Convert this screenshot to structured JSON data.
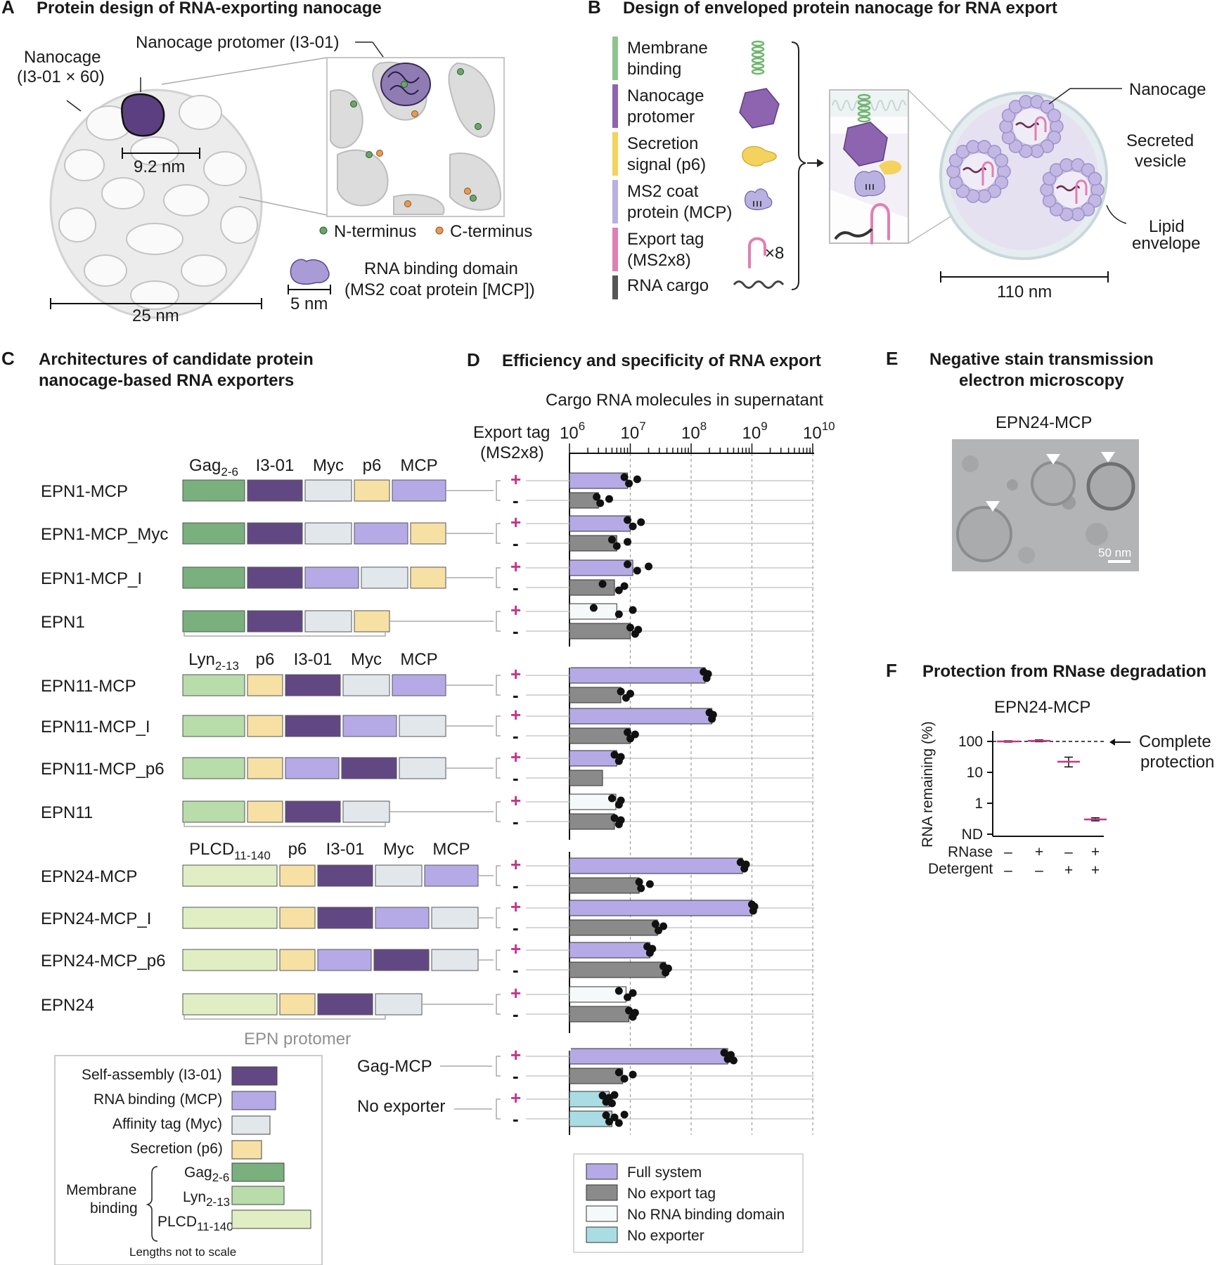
{
  "panelA": {
    "letter": "A",
    "title": "Protein design of RNA-exporting nanocage",
    "cage_label_1": "Nanocage",
    "cage_label_2": "(I3-01 × 60)",
    "protomer_label": "Nanocage protomer (I3-01)",
    "scale_inner": "9.2 nm",
    "scale_outer": "25 nm",
    "n_term": "N-terminus",
    "c_term": "C-terminus",
    "rbd_label_1": "RNA binding domain",
    "rbd_label_2": "(MS2 coat protein [MCP])",
    "scale_mcp": "5 nm",
    "colors": {
      "protomer": "#5b3f80",
      "cage": "#e4e4e4",
      "n_terminus": "#6aa56a",
      "c_terminus": "#e89a55",
      "mcp": "#a99cd6"
    }
  },
  "panelB": {
    "letter": "B",
    "title": "Design of enveloped protein nanocage for RNA export",
    "legend": [
      {
        "line1": "Membrane",
        "line2": "binding",
        "color": "#8ec48e",
        "icon": "helix-icon"
      },
      {
        "line1": "Nanocage",
        "line2": "protomer",
        "color": "#8e63b0",
        "icon": "hexagon-icon"
      },
      {
        "line1": "Secretion",
        "line2": "signal (p6)",
        "color": "#f3d35d",
        "icon": "teardrop-icon"
      },
      {
        "line1": "MS2 coat",
        "line2": "protein (MCP)",
        "color": "#b9b1e0",
        "icon": "mcp-blob-icon"
      },
      {
        "line1": "Export tag",
        "line2": "(MS2x8)",
        "color": "#e07fb3",
        "icon": "hairpin-icon"
      },
      {
        "line1": "RNA cargo",
        "line2": "",
        "color": "#555555",
        "icon": "wavy-rna-icon"
      }
    ],
    "x8": "×8",
    "nanocage": "Nanocage",
    "secreted_1": "Secreted",
    "secreted_2": "vesicle",
    "lipid_1": "Lipid",
    "lipid_2": "envelope",
    "scale": "110 nm"
  },
  "panelC": {
    "letter": "C",
    "title_1": "Architectures of candidate protein",
    "title_2": "nanocage-based RNA exporters",
    "colors": {
      "I3-01": "#624883",
      "MCP": "#b5aae6",
      "Myc": "#e2e7ec",
      "p6": "#f7e0a4",
      "Gag": "#79b07e",
      "Lyn": "#b8dcaa",
      "PLCD": "#e1eec3"
    },
    "groups": [
      {
        "header": [
          {
            "base": "Gag",
            "sub": "2-6"
          },
          {
            "base": "I3-01",
            "sub": ""
          },
          {
            "base": "Myc",
            "sub": ""
          },
          {
            "base": "p6",
            "sub": ""
          },
          {
            "base": "MCP",
            "sub": ""
          }
        ],
        "constructs": [
          {
            "name": "EPN1-MCP",
            "blocks": [
              "Gag",
              "I3-01",
              "Myc",
              "p6",
              "MCP"
            ]
          },
          {
            "name": "EPN1-MCP_Myc",
            "blocks": [
              "Gag",
              "I3-01",
              "Myc",
              "MCP",
              "p6"
            ]
          },
          {
            "name": "EPN1-MCP_I",
            "blocks": [
              "Gag",
              "I3-01",
              "MCP",
              "Myc",
              "p6"
            ]
          },
          {
            "name": "EPN1",
            "blocks": [
              "Gag",
              "I3-01",
              "Myc",
              "p6"
            ]
          }
        ]
      },
      {
        "header": [
          {
            "base": "Lyn",
            "sub": "2-13"
          },
          {
            "base": "p6",
            "sub": ""
          },
          {
            "base": "I3-01",
            "sub": ""
          },
          {
            "base": "Myc",
            "sub": ""
          },
          {
            "base": "MCP",
            "sub": ""
          }
        ],
        "constructs": [
          {
            "name": "EPN11-MCP",
            "blocks": [
              "Lyn",
              "p6",
              "I3-01",
              "Myc",
              "MCP"
            ]
          },
          {
            "name": "EPN11-MCP_I",
            "blocks": [
              "Lyn",
              "p6",
              "I3-01",
              "MCP",
              "Myc"
            ]
          },
          {
            "name": "EPN11-MCP_p6",
            "blocks": [
              "Lyn",
              "p6",
              "MCP",
              "I3-01",
              "Myc"
            ]
          },
          {
            "name": "EPN11",
            "blocks": [
              "Lyn",
              "p6",
              "I3-01",
              "Myc"
            ]
          }
        ]
      },
      {
        "header": [
          {
            "base": "PLCD",
            "sub": "11-140"
          },
          {
            "base": "p6",
            "sub": ""
          },
          {
            "base": "I3-01",
            "sub": ""
          },
          {
            "base": "Myc",
            "sub": ""
          },
          {
            "base": "MCP",
            "sub": ""
          }
        ],
        "constructs": [
          {
            "name": "EPN24-MCP",
            "blocks": [
              "PLCD",
              "p6",
              "I3-01",
              "Myc",
              "MCP"
            ]
          },
          {
            "name": "EPN24-MCP_I",
            "blocks": [
              "PLCD",
              "p6",
              "I3-01",
              "MCP",
              "Myc"
            ]
          },
          {
            "name": "EPN24-MCP_p6",
            "blocks": [
              "PLCD",
              "p6",
              "MCP",
              "I3-01",
              "Myc"
            ]
          },
          {
            "name": "EPN24",
            "blocks": [
              "PLCD",
              "p6",
              "I3-01",
              "Myc"
            ]
          }
        ]
      }
    ],
    "epn_protomer": "EPN protomer",
    "legend": {
      "self_assembly": "Self-assembly (I3-01)",
      "rna_binding": "RNA binding (MCP)",
      "affinity": "Affinity tag (Myc)",
      "secretion": "Secretion (p6)",
      "membrane_1": "Membrane",
      "membrane_2": "binding",
      "gag": {
        "base": "Gag",
        "sub": "2-6"
      },
      "lyn": {
        "base": "Lyn",
        "sub": "2-13"
      },
      "plcd": {
        "base": "PLCD",
        "sub": "11-140"
      },
      "note": "Lengths not to scale"
    },
    "controls": [
      "Gag-MCP",
      "No exporter"
    ]
  },
  "panelD": {
    "letter": "D",
    "title": "Efficiency and specificity of RNA export",
    "export_tag_1": "Export tag",
    "export_tag_2": "(MS2x8)",
    "plus": "+",
    "minus": "-",
    "legend": [
      {
        "label": "Full system",
        "color": "#b5aae6"
      },
      {
        "label": "No export tag",
        "color": "#8a8a8a"
      },
      {
        "label": "No RNA binding domain",
        "color": "#f6f9fa"
      },
      {
        "label": "No exporter",
        "color": "#a9dde3"
      }
    ]
  },
  "chart_data": {
    "type": "bar",
    "orientation": "horizontal",
    "xlabel": "Cargo RNA molecules in supernatant",
    "xscale": "log",
    "xlim": [
      1000000,
      10000000000
    ],
    "xticks": [
      {
        "base": "10",
        "exp": "6"
      },
      {
        "base": "10",
        "exp": "7"
      },
      {
        "base": "10",
        "exp": "8"
      },
      {
        "base": "10",
        "exp": "9"
      },
      {
        "base": "10",
        "exp": "10"
      }
    ],
    "grid": "dashed vertical at 10^7, 10^8, 10^9, 10^10",
    "bars": [
      {
        "construct": "EPN1-MCP",
        "tag": "+",
        "kind": "Full system",
        "value": 9000000,
        "points": [
          8000000,
          9500000,
          13000000
        ]
      },
      {
        "construct": "EPN1-MCP",
        "tag": "-",
        "kind": "No export tag",
        "value": 3000000,
        "points": [
          2800000,
          3200000,
          4500000
        ]
      },
      {
        "construct": "EPN1-MCP_Myc",
        "tag": "+",
        "kind": "Full system",
        "value": 10000000,
        "points": [
          9000000,
          11000000,
          15000000
        ]
      },
      {
        "construct": "EPN1-MCP_Myc",
        "tag": "-",
        "kind": "No export tag",
        "value": 6000000,
        "points": [
          5000000,
          6000000,
          9000000
        ]
      },
      {
        "construct": "EPN1-MCP_I",
        "tag": "+",
        "kind": "Full system",
        "value": 11000000,
        "points": [
          9000000,
          13000000,
          20000000
        ]
      },
      {
        "construct": "EPN1-MCP_I",
        "tag": "-",
        "kind": "No export tag",
        "value": 5500000,
        "points": [
          3500000,
          6500000,
          8000000
        ]
      },
      {
        "construct": "EPN1",
        "tag": "+",
        "kind": "No RNA binding domain",
        "value": 6000000,
        "points": [
          2500000,
          6500000,
          11000000
        ]
      },
      {
        "construct": "EPN1",
        "tag": "-",
        "kind": "No export tag",
        "value": 10000000,
        "points": [
          10000000,
          12000000,
          13500000
        ]
      },
      {
        "construct": "EPN11-MCP",
        "tag": "+",
        "kind": "Full system",
        "value": 170000000,
        "points": [
          160000000,
          180000000,
          190000000
        ]
      },
      {
        "construct": "EPN11-MCP",
        "tag": "-",
        "kind": "No export tag",
        "value": 7000000,
        "points": [
          7000000,
          8500000,
          10000000
        ]
      },
      {
        "construct": "EPN11-MCP_I",
        "tag": "+",
        "kind": "Full system",
        "value": 220000000,
        "points": [
          200000000,
          220000000,
          230000000
        ]
      },
      {
        "construct": "EPN11-MCP_I",
        "tag": "-",
        "kind": "No export tag",
        "value": 10000000,
        "points": [
          9000000,
          10000000,
          12000000
        ]
      },
      {
        "construct": "EPN11-MCP_p6",
        "tag": "+",
        "kind": "Full system",
        "value": 6000000,
        "points": [
          5500000,
          6500000,
          7000000
        ]
      },
      {
        "construct": "EPN11-MCP_p6",
        "tag": "-",
        "kind": "No export tag",
        "value": 3500000,
        "points": []
      },
      {
        "construct": "EPN11",
        "tag": "+",
        "kind": "No RNA binding domain",
        "value": 5800000,
        "points": [
          5000000,
          6500000,
          7000000
        ]
      },
      {
        "construct": "EPN11",
        "tag": "-",
        "kind": "No export tag",
        "value": 5500000,
        "points": [
          5500000,
          6500000,
          7000000
        ]
      },
      {
        "construct": "EPN24-MCP",
        "tag": "+",
        "kind": "Full system",
        "value": 700000000,
        "points": [
          650000000,
          750000000,
          800000000
        ]
      },
      {
        "construct": "EPN24-MCP",
        "tag": "-",
        "kind": "No export tag",
        "value": 14000000,
        "points": [
          14000000,
          15000000,
          21000000
        ]
      },
      {
        "construct": "EPN24-MCP_I",
        "tag": "+",
        "kind": "Full system",
        "value": 1000000000,
        "points": [
          1000000000,
          1050000000,
          1100000000
        ]
      },
      {
        "construct": "EPN24-MCP_I",
        "tag": "-",
        "kind": "No export tag",
        "value": 28000000,
        "points": [
          26000000,
          29000000,
          35000000
        ]
      },
      {
        "construct": "EPN24-MCP_p6",
        "tag": "+",
        "kind": "Full system",
        "value": 21000000,
        "points": [
          19000000,
          21000000,
          23000000
        ]
      },
      {
        "construct": "EPN24-MCP_p6",
        "tag": "-",
        "kind": "No export tag",
        "value": 38000000,
        "points": [
          35000000,
          38000000,
          42000000
        ]
      },
      {
        "construct": "EPN24",
        "tag": "+",
        "kind": "No RNA binding domain",
        "value": 8500000,
        "points": [
          6500000,
          9000000,
          11000000
        ]
      },
      {
        "construct": "EPN24",
        "tag": "-",
        "kind": "No export tag",
        "value": 9500000,
        "points": [
          9500000,
          11000000,
          12000000
        ]
      },
      {
        "construct": "Gag-MCP",
        "tag": "+",
        "kind": "Full system",
        "value": 400000000,
        "points": [
          350000000,
          400000000,
          450000000,
          500000000
        ]
      },
      {
        "construct": "Gag-MCP",
        "tag": "-",
        "kind": "No export tag",
        "value": 7500000,
        "points": [
          6500000,
          8000000,
          11000000
        ]
      },
      {
        "construct": "No exporter",
        "tag": "+",
        "kind": "No exporter",
        "value": 4500000,
        "points": [
          3500000,
          4000000,
          4500000,
          5000000,
          5500000
        ]
      },
      {
        "construct": "No exporter",
        "tag": "-",
        "kind": "No exporter",
        "value": 5000000,
        "points": [
          4000000,
          4500000,
          5500000,
          6500000,
          8000000
        ]
      }
    ]
  },
  "panelE": {
    "letter": "E",
    "title_1": "Negative stain transmission",
    "title_2": "electron microscopy",
    "sample": "EPN24-MCP",
    "scale": "50 nm"
  },
  "panelF": {
    "letter": "F",
    "title": "Protection from RNase degradation",
    "sample": "EPN24-MCP",
    "ylabel": "RNA remaining (%)",
    "yticks": [
      "100",
      "10",
      "1",
      "ND"
    ],
    "rnase_label": "RNase",
    "detergent_label": "Detergent",
    "rnase": [
      "–",
      "+",
      "–",
      "+"
    ],
    "detergent": [
      "–",
      "–",
      "+",
      "+"
    ],
    "annotation_1": "Complete",
    "annotation_2": "protection",
    "values": [
      100,
      105,
      22,
      0.3
    ],
    "errors": [
      [
        95,
        105
      ],
      [
        98,
        112
      ],
      [
        15,
        31
      ],
      [
        0.27,
        0.34
      ]
    ]
  }
}
